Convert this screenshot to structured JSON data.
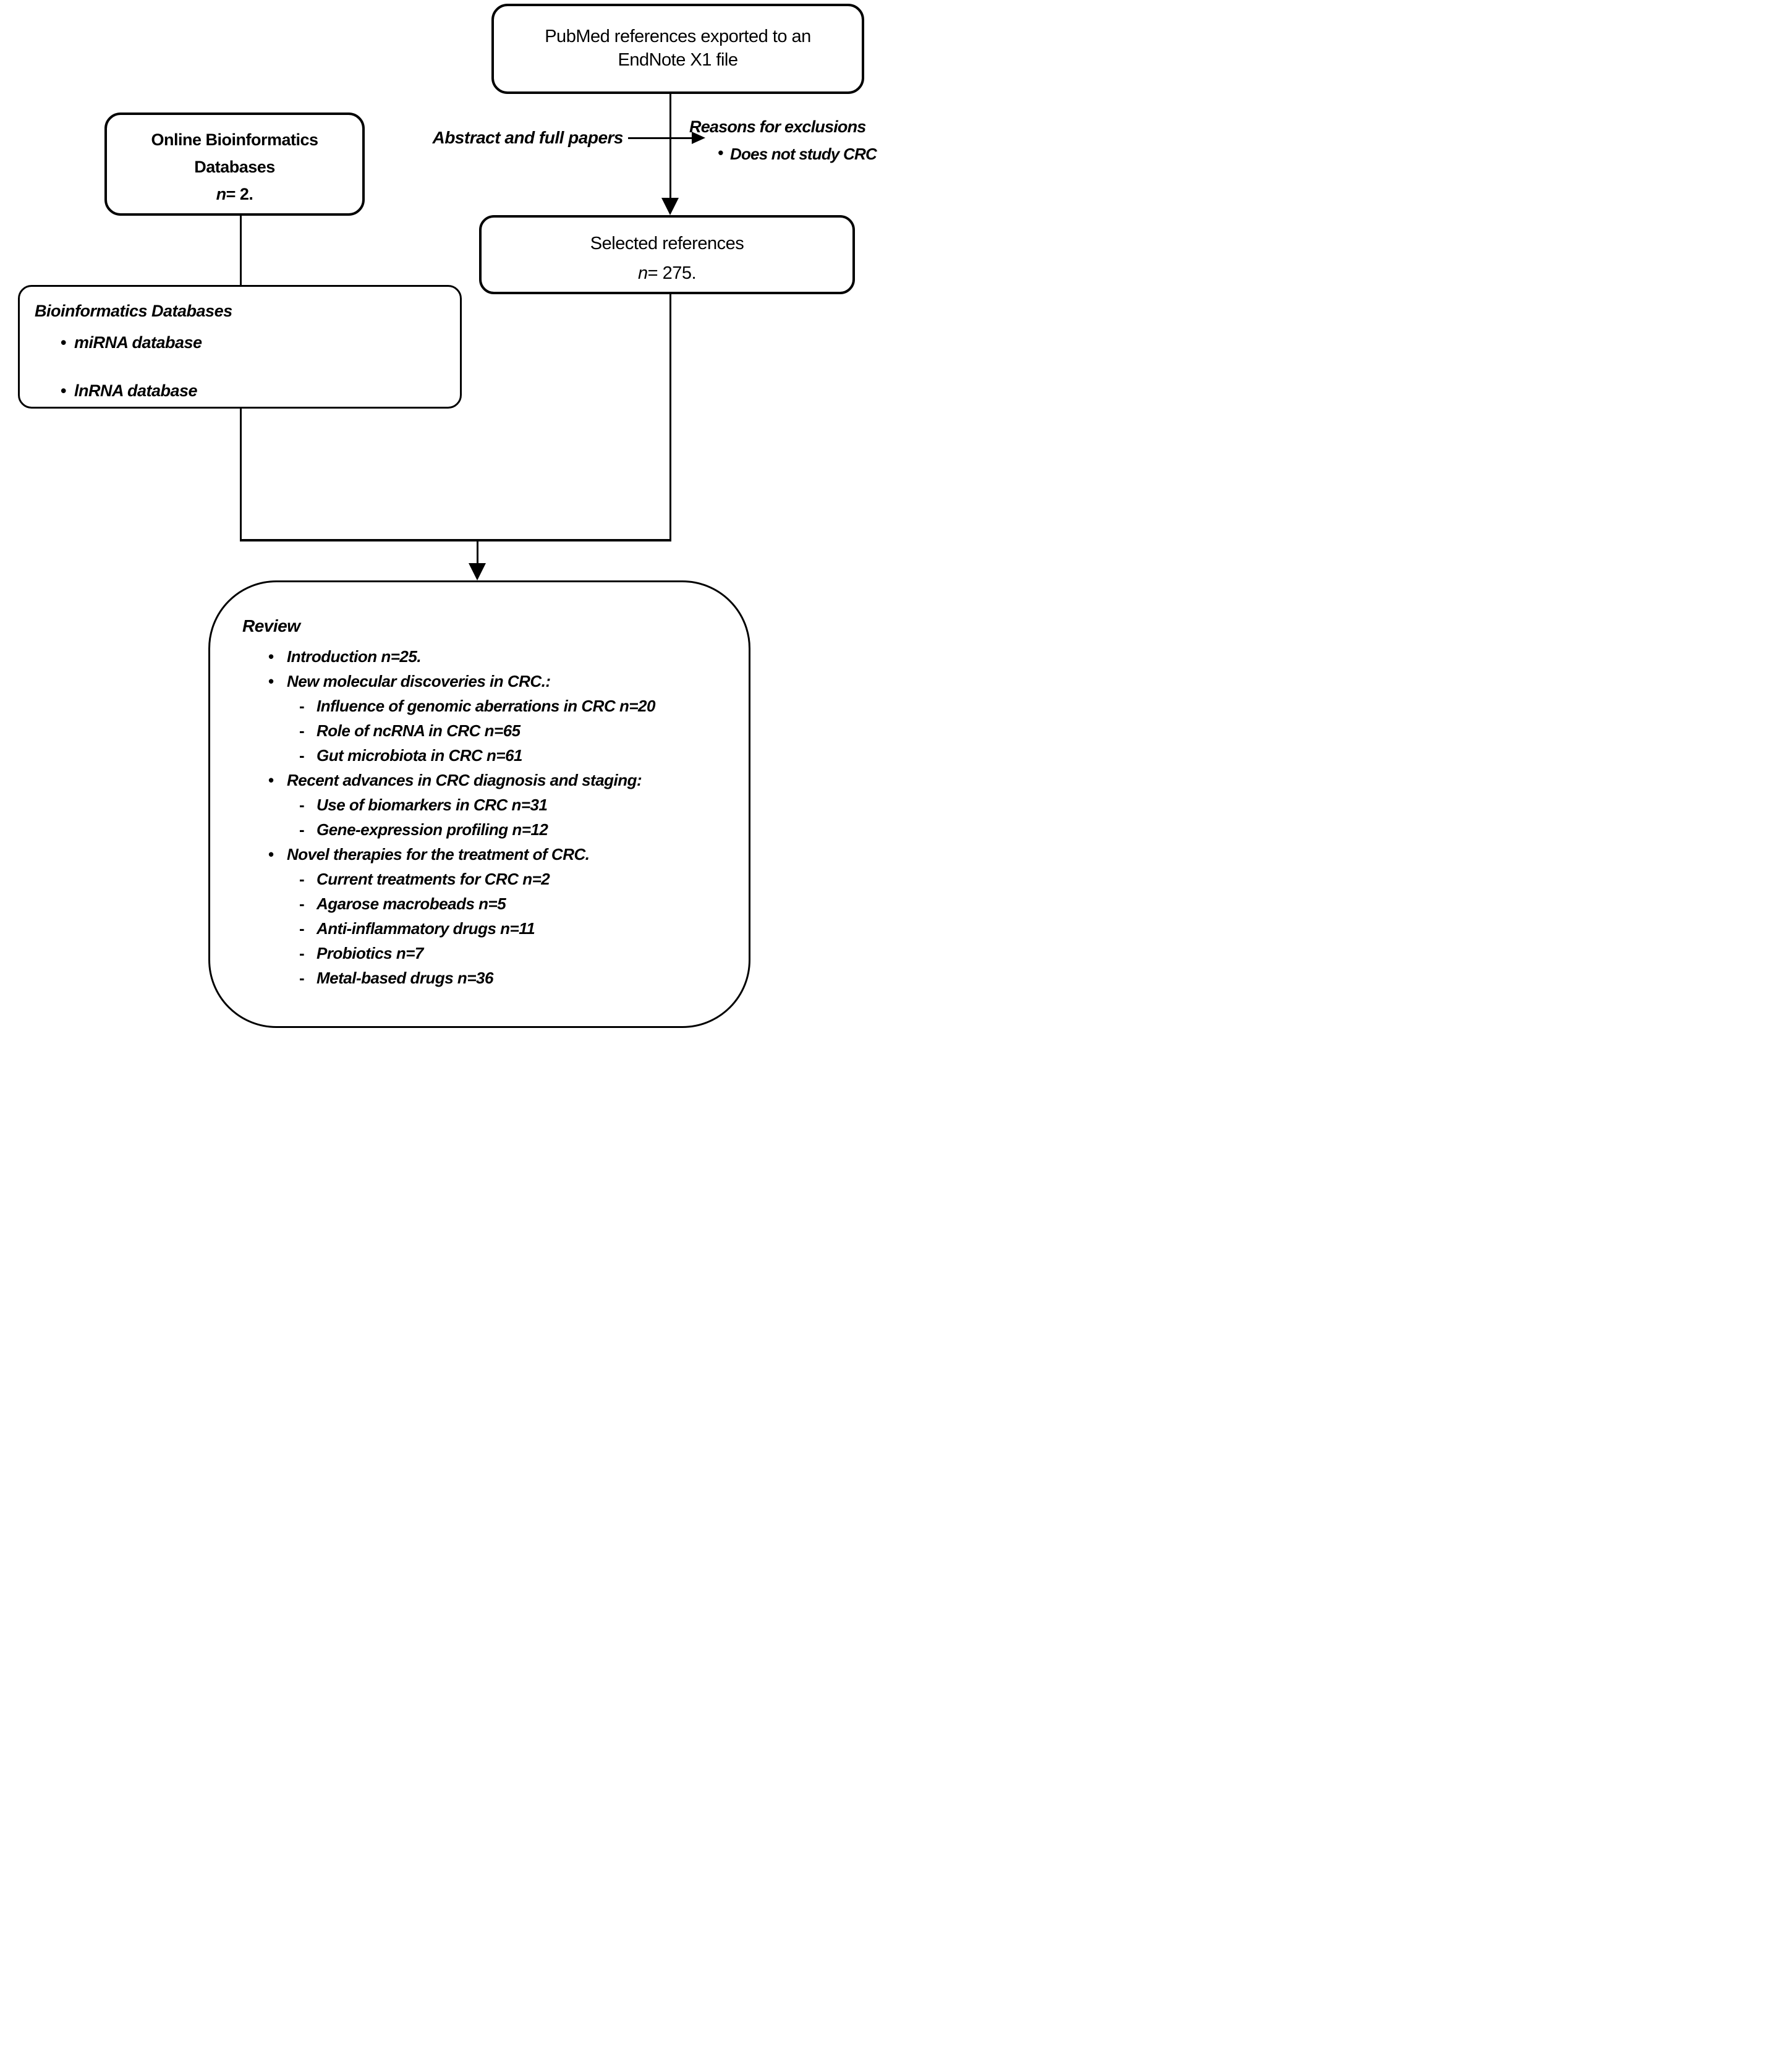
{
  "diagram": {
    "colors": {
      "line": "#000000",
      "background": "#ffffff",
      "text": "#000000"
    },
    "markers": {
      "bullet": "•",
      "dash": "-"
    },
    "pubmed_box": {
      "line1": "PubMed references exported to an",
      "line2": "EndNote X1 file"
    },
    "online_box": {
      "line1": "Online Bioinformatics",
      "line2": "Databases",
      "n_italic": "n",
      "n_rest": "= 2."
    },
    "abstract_label": "Abstract and full papers",
    "exclusions": {
      "title": "Reasons for exclusions",
      "item": "Does not study CRC"
    },
    "selected_box": {
      "title": "Selected references",
      "n_italic": "n",
      "n_rest": "= 275."
    },
    "bioinfo_box": {
      "title": "Bioinformatics Databases",
      "items": [
        "miRNA database",
        "lnRNA database"
      ]
    },
    "review_box": {
      "title": "Review",
      "items": [
        "Introduction n=25.",
        "New molecular discoveries in CRC.:",
        "Influence of genomic aberrations in CRC n=20",
        "Role of ncRNA in CRC n=65",
        "Gut microbiota in CRC n=61",
        "Recent advances in CRC diagnosis and staging:",
        "Use of biomarkers in CRC n=31",
        "Gene-expression profiling n=12",
        "Novel therapies for the treatment of CRC.",
        "Current treatments for CRC n=2",
        "Agarose macrobeads n=5",
        "Anti-inflammatory drugs n=11",
        "Probiotics n=7",
        "Metal-based drugs n=36"
      ]
    }
  }
}
